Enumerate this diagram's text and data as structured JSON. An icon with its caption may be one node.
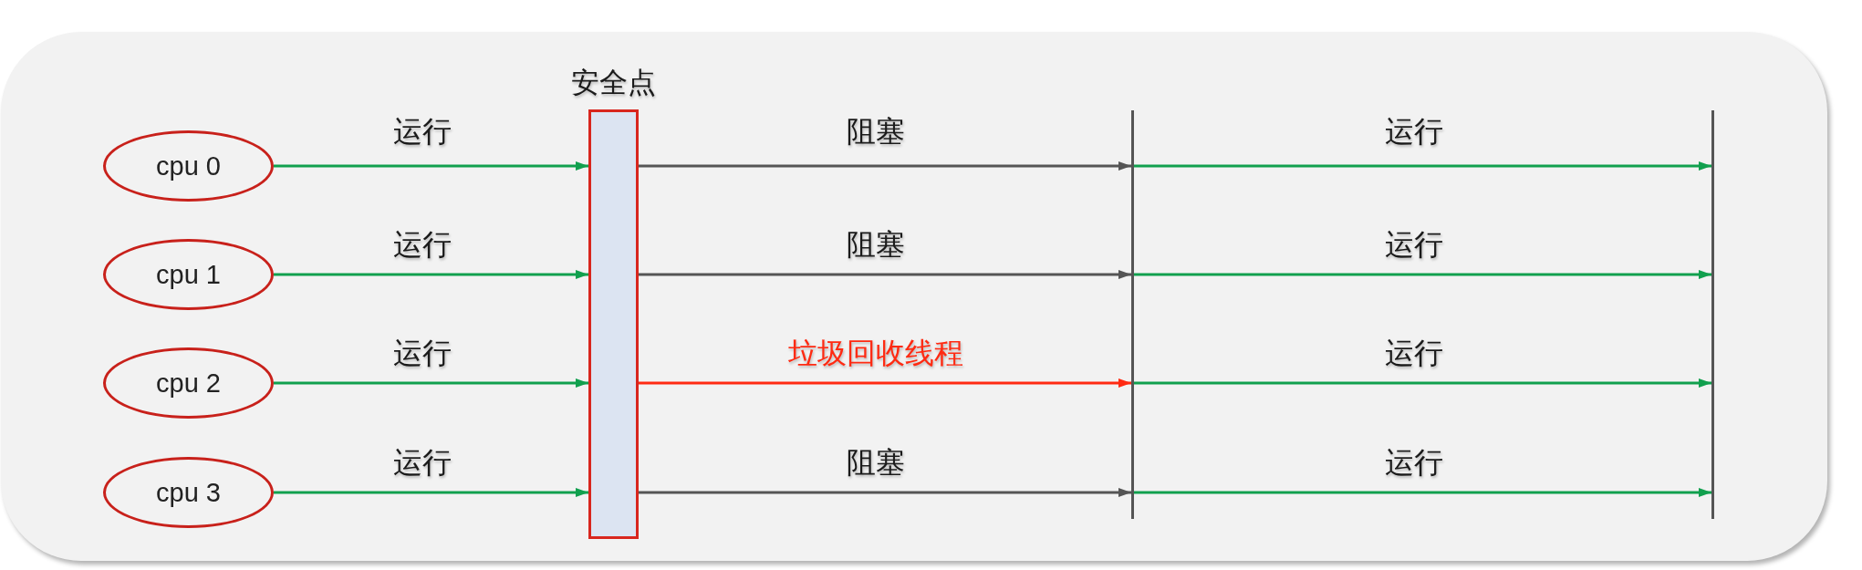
{
  "diagram": {
    "nodes": [
      {
        "text": [
          "cpu 0"
        ]
      },
      {
        "text": [
          "cpu 1"
        ]
      },
      {
        "text": [
          "cpu 2"
        ]
      },
      {
        "text": [
          "cpu 3"
        ]
      },
      {
        "text": [
          "安全点"
        ]
      },
      {
        "text": [],
        "shape": "bar"
      },
      {
        "text": [],
        "shape": "bar"
      }
    ],
    "edges": [
      {
        "from": 0,
        "to": 4,
        "arrow": "to",
        "label": "运行"
      },
      {
        "from": 4,
        "to": 5,
        "arrow": "to",
        "label": "阻塞",
        "color": "#555555"
      },
      {
        "from": 5,
        "to": 6,
        "arrow": "to",
        "label": "运行"
      },
      {
        "from": 1,
        "to": 4,
        "arrow": "to",
        "label": "运行"
      },
      {
        "from": 4,
        "to": 5,
        "arrow": "to",
        "label": "阻塞",
        "color": "#555555"
      },
      {
        "from": 5,
        "to": 6,
        "arrow": "to",
        "label": "运行"
      },
      {
        "from": 2,
        "to": 4,
        "arrow": "to",
        "label": "运行"
      },
      {
        "from": 4,
        "to": 5,
        "arrow": "to",
        "label": "垃圾回收线程",
        "color": "#ff2a12"
      },
      {
        "from": 5,
        "to": 6,
        "arrow": "to",
        "label": "运行"
      },
      {
        "from": 3,
        "to": 4,
        "arrow": "to",
        "label": "运行"
      },
      {
        "from": 4,
        "to": 5,
        "arrow": "to",
        "label": "阻塞",
        "color": "#555555"
      },
      {
        "from": 5,
        "to": 6,
        "arrow": "to",
        "label": "运行"
      }
    ]
  }
}
